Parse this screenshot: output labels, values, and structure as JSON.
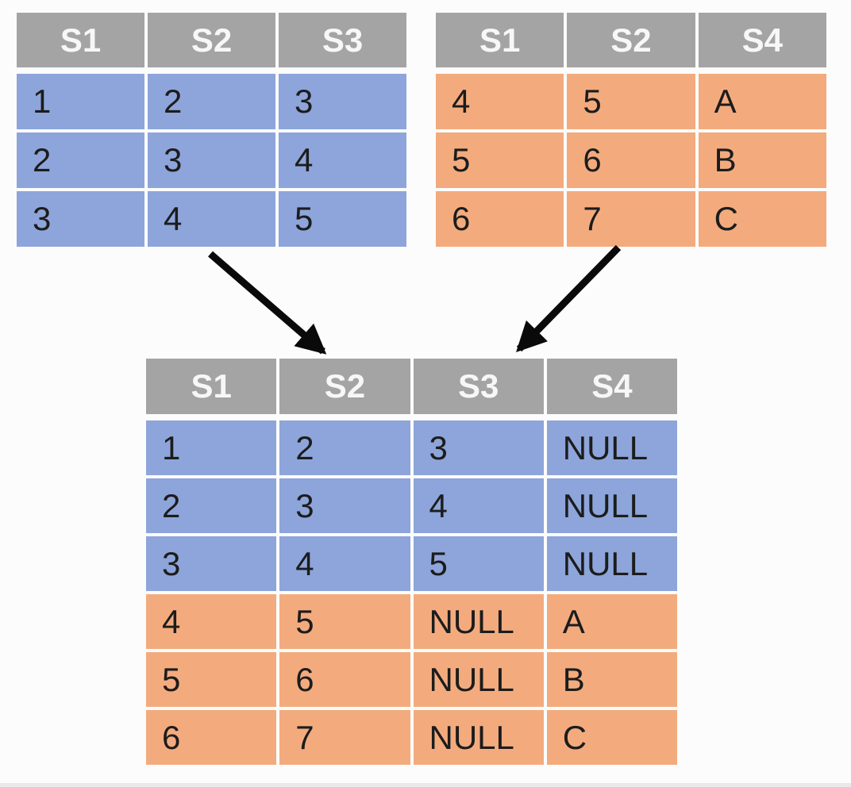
{
  "diagram": {
    "description": "UNION ALL of two tables producing a merged table with NULL fills"
  },
  "colors": {
    "bg": "#fcfcfc",
    "header_bg": "#a4a4a4",
    "header_text": "#f7f7f7",
    "blue_row": "#8da5da",
    "orange_row": "#f3ab7e",
    "cell_text": "#1c1c1c",
    "arrow": "#0a0a0a"
  },
  "tables": {
    "left": {
      "columns": [
        "S1",
        "S2",
        "S3"
      ],
      "rows": [
        [
          "1",
          "2",
          "3"
        ],
        [
          "2",
          "3",
          "4"
        ],
        [
          "3",
          "4",
          "5"
        ]
      ],
      "row_color": "blue"
    },
    "right": {
      "columns": [
        "S1",
        "S2",
        "S4"
      ],
      "rows": [
        [
          "4",
          "5",
          "A"
        ],
        [
          "5",
          "6",
          "B"
        ],
        [
          "6",
          "7",
          "C"
        ]
      ],
      "row_color": "orange"
    },
    "result": {
      "columns": [
        "S1",
        "S2",
        "S3",
        "S4"
      ],
      "rows": [
        [
          "1",
          "2",
          "3",
          "NULL"
        ],
        [
          "2",
          "3",
          "4",
          "NULL"
        ],
        [
          "3",
          "4",
          "5",
          "NULL"
        ],
        [
          "4",
          "5",
          "NULL",
          "A"
        ],
        [
          "5",
          "6",
          "NULL",
          "B"
        ],
        [
          "6",
          "7",
          "NULL",
          "C"
        ]
      ],
      "row_sources": [
        "left",
        "left",
        "left",
        "right",
        "right",
        "right"
      ]
    }
  },
  "arrows": [
    {
      "name": "left-source-to-result"
    },
    {
      "name": "right-source-to-result"
    }
  ]
}
